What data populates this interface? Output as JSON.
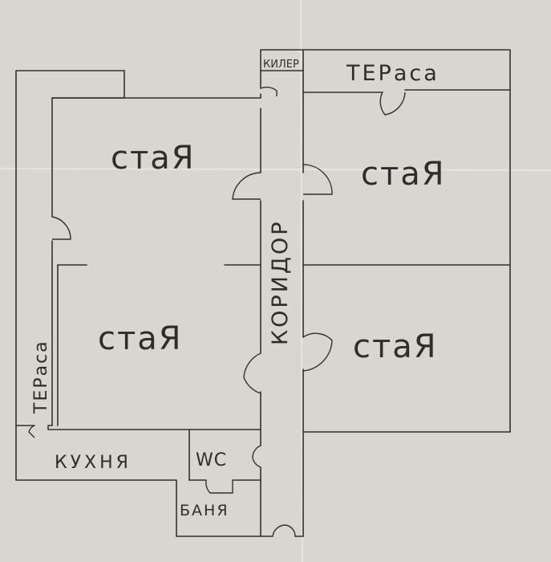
{
  "plan": {
    "rooms": [
      {
        "id": "room_top_left",
        "label": "стаЯ"
      },
      {
        "id": "room_top_right",
        "label": "стаЯ"
      },
      {
        "id": "room_mid_left",
        "label": "стаЯ"
      },
      {
        "id": "room_mid_right",
        "label": "стаЯ"
      },
      {
        "id": "corridor",
        "label": "КОРИДОР"
      },
      {
        "id": "terrace_top",
        "label": "ТЕРаса"
      },
      {
        "id": "terrace_left",
        "label": "ТЕРаса"
      },
      {
        "id": "pantry",
        "label": "КИЛЕР"
      },
      {
        "id": "kitchen",
        "label": "КУХНЯ"
      },
      {
        "id": "wc",
        "label": "WC"
      },
      {
        "id": "bath",
        "label": "БАНЯ"
      }
    ],
    "colors": {
      "paper": "#d9d6cf",
      "ink": "#34312d"
    }
  }
}
